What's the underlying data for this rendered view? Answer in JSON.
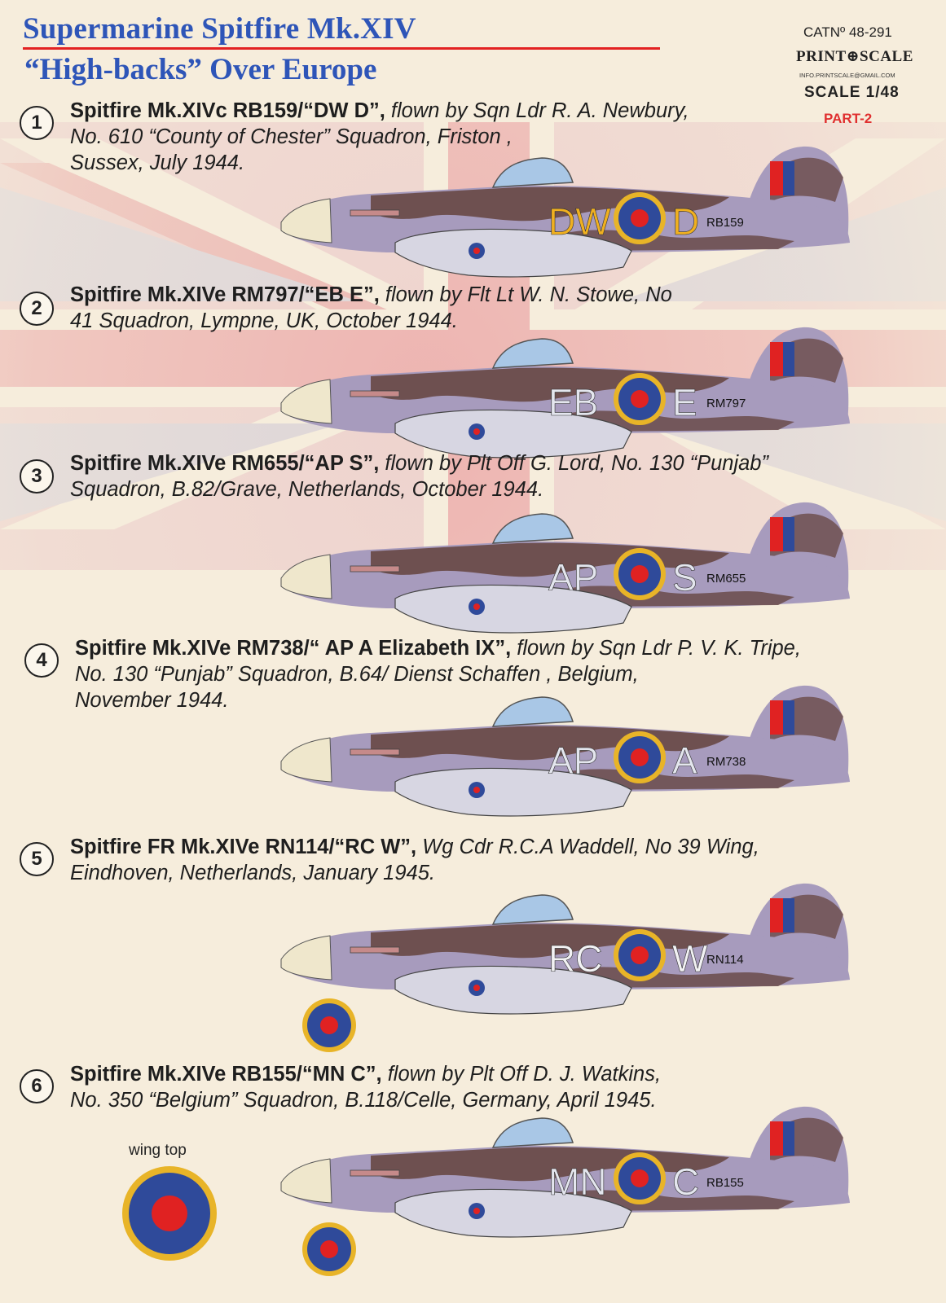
{
  "header": {
    "title_line1": "Supermarine Spitfire Mk.XIV",
    "title_line2": "“High-backs” Over Europe",
    "cat_no": "CATNº 48-291",
    "brand": "PRINT⊕SCALE",
    "email": "INFO.PRINTSCALE@GMAIL.COM",
    "scale": "SCALE 1/48",
    "part": "PART-2"
  },
  "colors": {
    "title_blue": "#2e55b8",
    "rule_red": "#e32222",
    "part_red": "#e03030",
    "roundel_blue": "#2f4a9a",
    "roundel_red": "#e02222",
    "roundel_yellow": "#e8b428",
    "camo_grey": "#a79bbd",
    "camo_brown": "#6e5050",
    "underside_grey": "#d7d6e2"
  },
  "entries": [
    {
      "number": "1",
      "bold": "Spitfire Mk.XIVc RB159/“DW D”,",
      "italic": " flown by Sqn Ldr R. A. Newbury,",
      "line2": "No. 610 “County of Chester” Squadron, Friston ,",
      "line3": "Sussex, July 1944.",
      "code_left": "DW",
      "code_right": "D",
      "code_color": "#f0b020",
      "serial": "RB159"
    },
    {
      "number": "2",
      "bold": "Spitfire Mk.XIVe RM797/“EB E”,",
      "italic": " flown by Flt Lt W. N. Stowe, No",
      "line2": "41 Squadron, Lympne, UK, October 1944.",
      "line3": "",
      "code_left": "EB",
      "code_right": "E",
      "code_color": "#e4e6ee",
      "serial": "RM797"
    },
    {
      "number": "3",
      "bold": "Spitfire Mk.XIVe RM655/“AP S”,",
      "italic": " flown by Plt Off G. Lord, No. 130 “Punjab”",
      "line2": "Squadron, B.82/Grave, Netherlands, October 1944.",
      "line3": "",
      "code_left": "AP",
      "code_right": "S",
      "code_color": "#e4e6ee",
      "serial": "RM655"
    },
    {
      "number": "4",
      "bold": "Spitfire Mk.XIVe RM738/“ AP A Elizabeth IX”,",
      "italic": " flown by Sqn Ldr P. V. K. Tripe,",
      "line2": "No. 130 “Punjab” Squadron, B.64/ Dienst Schaffen , Belgium,",
      "line3": "November 1944.",
      "code_left": "AP",
      "code_right": "A",
      "code_color": "#e4e6ee",
      "serial": "RM738"
    },
    {
      "number": "5",
      "bold": "Spitfire FR Mk.XIVe RN114/“RC W”,",
      "italic": " Wg Cdr R.C.A Waddell, No 39 Wing,",
      "line2": "Eindhoven, Netherlands, January 1945.",
      "line3": "",
      "code_left": "RC",
      "code_right": "W",
      "code_color": "#f2f2f4",
      "serial": "RN114"
    },
    {
      "number": "6",
      "bold": "Spitfire Mk.XIVe RB155/“MN C”,",
      "italic": " flown by Plt Off D. J. Watkins,",
      "line2": "No. 350 “Belgium” Squadron, B.118/Celle, Germany, April 1945.",
      "line3": "",
      "code_left": "MN",
      "code_right": "C",
      "code_color": "#e4e6ee",
      "serial": "RB155"
    }
  ],
  "wing_top_label": "wing top"
}
